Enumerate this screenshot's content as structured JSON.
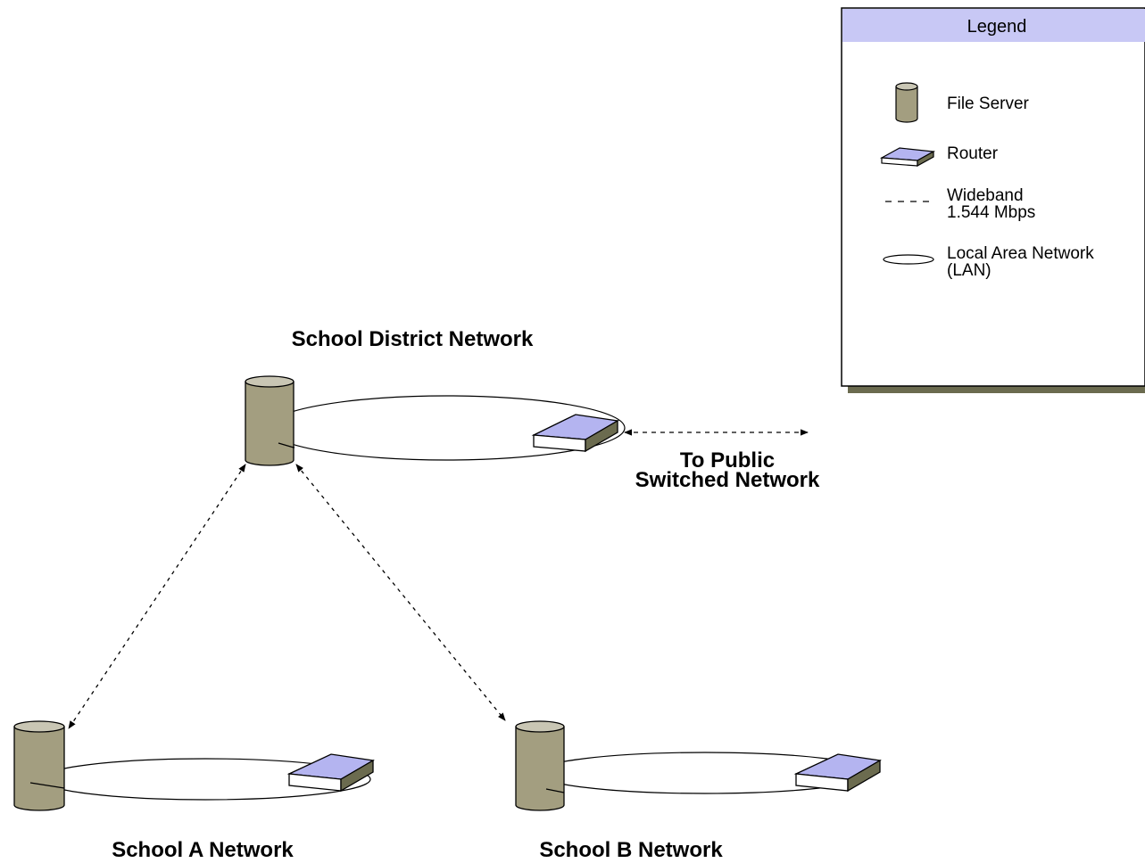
{
  "legend": {
    "title": "Legend",
    "items": [
      {
        "icon": "file-server-icon",
        "label": "File Server"
      },
      {
        "icon": "router-icon",
        "label": "Router"
      },
      {
        "icon": "wideband-line-icon",
        "label_line1": "Wideband",
        "label_line2": "1.544 Mbps"
      },
      {
        "icon": "lan-ellipse-icon",
        "label_line1": "Local Area Network",
        "label_line2": "(LAN)"
      }
    ],
    "header_color": "#c8c8f5"
  },
  "networks": {
    "district": {
      "label": "School District Network"
    },
    "school_a": {
      "label": "School A Network"
    },
    "school_b": {
      "label": "School B Network"
    }
  },
  "public": {
    "line1": "To Public",
    "line2": "Switched Network"
  },
  "colors": {
    "server_fill": "#a39e80",
    "router_top": "#b4b4f0",
    "router_side": "#6b6b4f"
  }
}
